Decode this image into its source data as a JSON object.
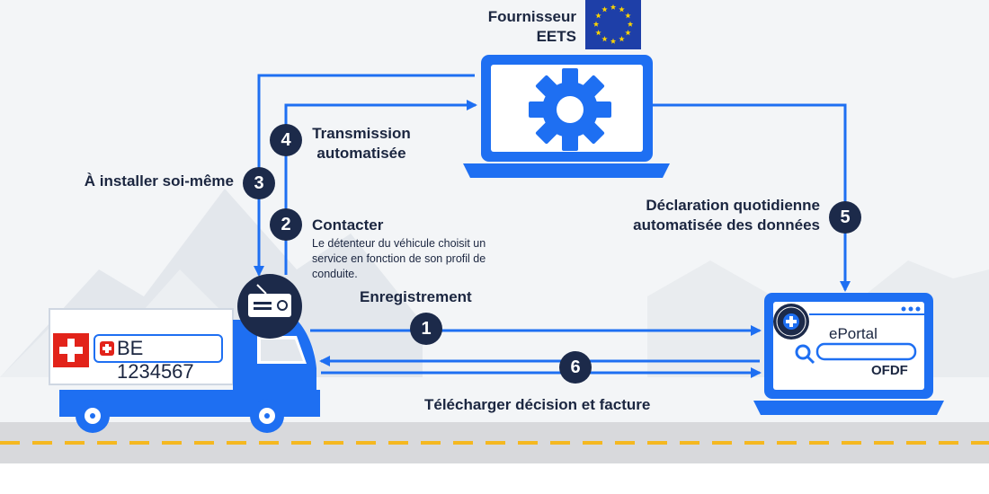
{
  "eets_provider": {
    "label": "Fournisseur\nEETS"
  },
  "vehicle": {
    "plate_number": "BE 1234567"
  },
  "eportal": {
    "title": "ePortal",
    "organization": "OFDF"
  },
  "steps": [
    {
      "number": "1",
      "label": "Enregistrement"
    },
    {
      "number": "2",
      "label": "Contacter",
      "description": "Le détenteur du véhicule choisit un service en fonction de son profil de conduite."
    },
    {
      "number": "3",
      "label": "À installer soi-même"
    },
    {
      "number": "4",
      "label": "Transmission\nautomatisée"
    },
    {
      "number": "5",
      "label": "Déclaration quotidienne\nautomatisée des données"
    },
    {
      "number": "6",
      "label": "Télécharger décision et facture"
    }
  ],
  "colors": {
    "primary_blue": "#1e6ff2",
    "dark_navy": "#1c2a4a",
    "road_gray": "#d8d9dc",
    "road_line": "#f5b820",
    "swiss_red": "#e2231a",
    "eu_blue": "#1e3fa8",
    "eu_star": "#ffd400"
  },
  "icons": [
    "eu-flag-icon",
    "gear-icon",
    "swiss-flag-icon",
    "obu-device-icon",
    "search-icon",
    "eportal-seal-icon"
  ]
}
